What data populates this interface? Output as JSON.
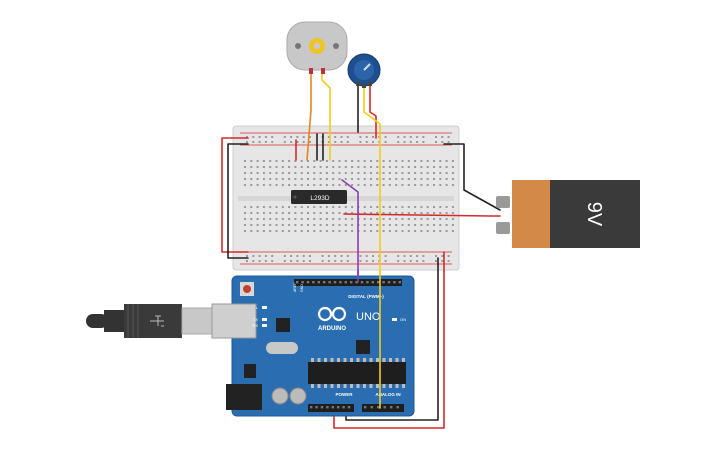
{
  "components": {
    "battery": {
      "label": "9V",
      "body_color": "#3a3a3a",
      "cap_color": "#d38a48"
    },
    "motor_driver": {
      "label": "L293D"
    },
    "arduino": {
      "brand": "ARDUINO",
      "model": "UNO",
      "digital_label": "DIGITAL (PWM~)",
      "power_label": "POWER",
      "analog_label": "ANALOG IN",
      "tx_label": "TX",
      "rx_label": "RX",
      "on_label": "ON",
      "l_label": "L",
      "aref_label": "AREF",
      "gnd_label": "GND",
      "board_color": "#2a6db0"
    },
    "usb_cable": {
      "color": "#333333"
    },
    "dc_motor": {
      "color": "#c8c8c8"
    },
    "potentiometer": {
      "color": "#1f4f8f"
    }
  },
  "colors": {
    "wire_red": "#d42a2a",
    "wire_black": "#222222",
    "wire_yellow": "#f2cc1a",
    "wire_orange": "#e8851b",
    "wire_purple": "#8a3fb0",
    "breadboard": "#e9e9e9"
  }
}
